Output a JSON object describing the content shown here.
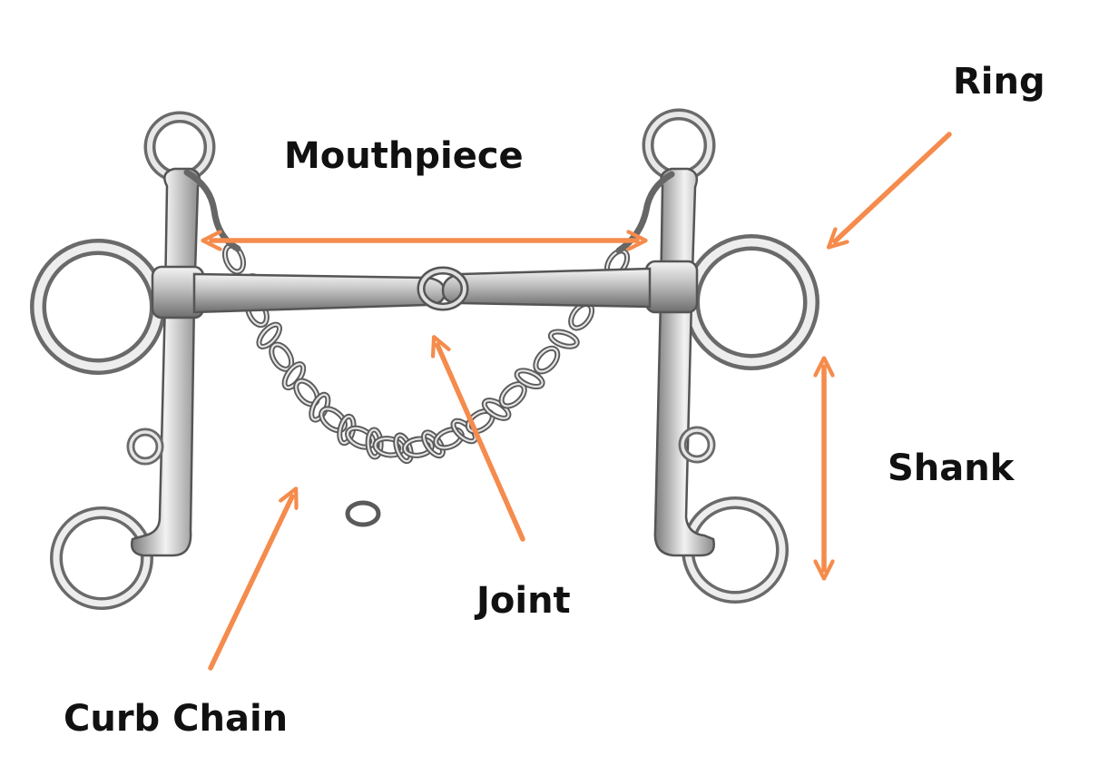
{
  "labels": {
    "ring": "Ring",
    "mouthpiece": "Mouthpiece",
    "shank": "Shank",
    "joint": "Joint",
    "curb_chain": "Curb Chain"
  },
  "colors": {
    "arrow": "#f58b4c",
    "metal_dark": "#5c5c5c",
    "metal_mid": "#a8a8a8",
    "metal_light": "#f2f2f2",
    "text": "#111111"
  }
}
